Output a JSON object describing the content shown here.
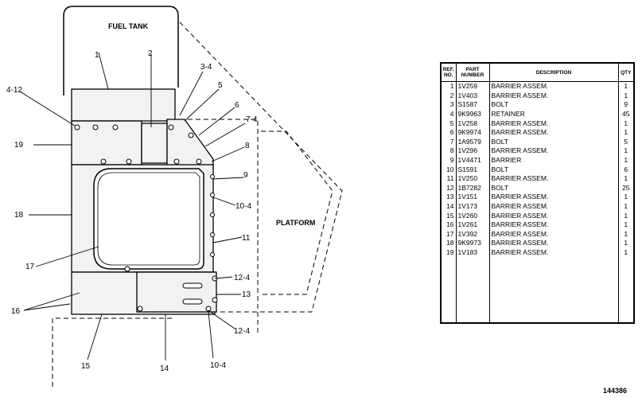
{
  "drawing": {
    "labels": {
      "fuel_tank": "FUEL TANK",
      "platform": "PLATFORM"
    },
    "callouts": {
      "c1": "1",
      "c2": "2",
      "c3_4": "3-4",
      "c4_12": "4-12",
      "c5": "5",
      "c6": "6",
      "c7_4": "7-4",
      "c8": "8",
      "c9": "9",
      "c10_4_a": "10-4",
      "c10_4_b": "10-4",
      "c11": "11",
      "c12_4_a": "12-4",
      "c12_4_b": "12-4",
      "c13": "13",
      "c14": "14",
      "c15": "15",
      "c16": "16",
      "c17": "17",
      "c18": "18",
      "c19": "19"
    }
  },
  "parts_table": {
    "headers": {
      "ref_no": "REF. NO.",
      "part_number": "PART NUMBER",
      "description": "DESCRIPTION",
      "qty": "QTY"
    },
    "rows": [
      {
        "ref": "1",
        "part": "1V259",
        "desc": "BARRIER ASSEM.",
        "qty": "1"
      },
      {
        "ref": "2",
        "part": "1V403",
        "desc": "BARRIER ASSEM.",
        "qty": "1"
      },
      {
        "ref": "3",
        "part": "S1587",
        "desc": "BOLT",
        "qty": "9"
      },
      {
        "ref": "4",
        "part": "9K9963",
        "desc": "RETAINER",
        "qty": "45"
      },
      {
        "ref": "5",
        "part": "1V258",
        "desc": "BARRIER ASSEM.",
        "qty": "1"
      },
      {
        "ref": "6",
        "part": "9K9974",
        "desc": "BARRIER ASSEM.",
        "qty": "1"
      },
      {
        "ref": "7",
        "part": "1A9579",
        "desc": "BOLT",
        "qty": "5"
      },
      {
        "ref": "8",
        "part": "1V296",
        "desc": "BARRIER ASSEM.",
        "qty": "1"
      },
      {
        "ref": "9",
        "part": "1V4471",
        "desc": "BARRIER",
        "qty": "1"
      },
      {
        "ref": "10",
        "part": "S1591",
        "desc": "BOLT",
        "qty": "6"
      },
      {
        "ref": "11",
        "part": "1V250",
        "desc": "BARRIER ASSEM.",
        "qty": "1"
      },
      {
        "ref": "12",
        "part": "1B7282",
        "desc": "BOLT",
        "qty": "25"
      },
      {
        "ref": "13",
        "part": "1V151",
        "desc": "BARRIER ASSEM.",
        "qty": "1"
      },
      {
        "ref": "14",
        "part": "1V173",
        "desc": "BARRIER ASSEM.",
        "qty": "1"
      },
      {
        "ref": "15",
        "part": "1V260",
        "desc": "BARRIER ASSEM.",
        "qty": "1"
      },
      {
        "ref": "16",
        "part": "1V261",
        "desc": "BARRIER ASSEM.",
        "qty": "1"
      },
      {
        "ref": "17",
        "part": "1V392",
        "desc": "BARRIER ASSEM.",
        "qty": "1"
      },
      {
        "ref": "18",
        "part": "9K9973",
        "desc": "BARRIER ASSEM.",
        "qty": "1"
      },
      {
        "ref": "19",
        "part": "1V183",
        "desc": "BARRIER ASSEM.",
        "qty": "1"
      }
    ]
  },
  "drawing_number": "144386"
}
